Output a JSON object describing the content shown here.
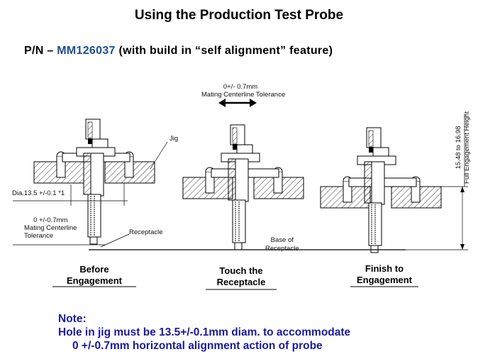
{
  "title": "Using the Production Test Probe",
  "part_number": {
    "prefix": "P/N –",
    "number": "MM126037",
    "suffix": "(with build in “self alignment” feature)"
  },
  "diagram": {
    "top_tolerance": {
      "value": "0+/- 0.7mm",
      "label": "Mating Centerline Tolerance"
    },
    "jig_label": "Jig",
    "dia_label": "Dia.13.5 +/-0.1 *1",
    "left_tolerance": {
      "value": "0 +/-0.7mm",
      "line1": "Mating Centerline",
      "line2": "Tolerance"
    },
    "receptacle_label": "Receptacle",
    "base_label": {
      "line1": "Base of",
      "line2": "Receptacle"
    },
    "height_label": {
      "value": "15.48 to 16.98",
      "label": "Full Engagement Height"
    },
    "stages": [
      {
        "line1": "Before",
        "line2": "Engagement"
      },
      {
        "line1": "Touch the",
        "line2": "Receptacle"
      },
      {
        "line1": "Finish to",
        "line2": "Engagement"
      }
    ]
  },
  "note": {
    "heading": "Note:",
    "line1": "Hole in jig must be 13.5+/-0.1mm diam. to accommodate",
    "line2": "0 +/-0.7mm horizontal alignment  action of probe"
  }
}
